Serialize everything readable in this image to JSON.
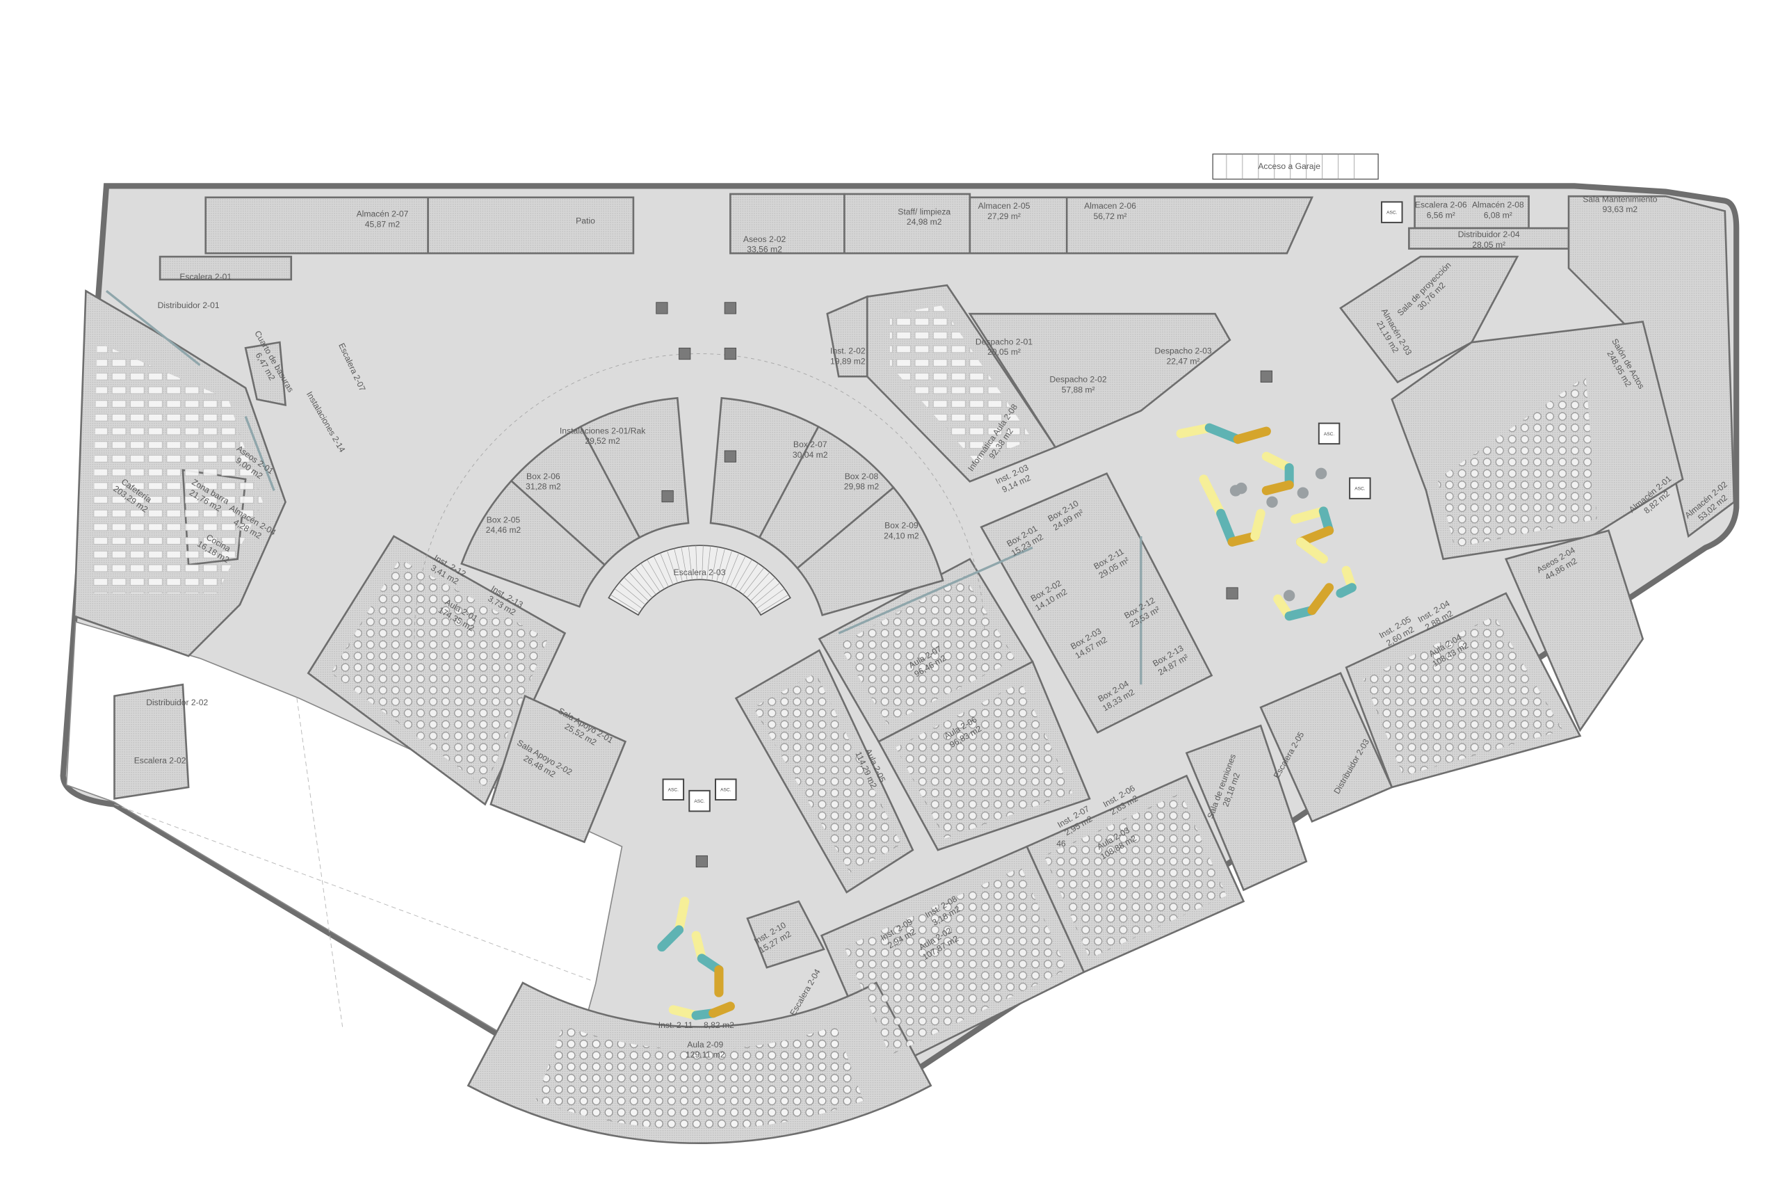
{
  "plan": {
    "title": "Planta 2 - floor plan",
    "colors": {
      "corridor": "#dcdcdc",
      "room": "#cfcfcf",
      "wall": "#6e6e6e",
      "glass": "#8fa6ab",
      "open_area": "#ffffff",
      "seat_yellow": "#f6ef98",
      "seat_teal": "#5fb3b3",
      "seat_mustard": "#d5a52c"
    },
    "elevator_label": "ASC.",
    "misc_text": [
      "46"
    ],
    "rooms": [
      {
        "name": "Almacén 2-07",
        "area": "45,87 m2"
      },
      {
        "name": "Patio",
        "area": ""
      },
      {
        "name": "Aseos 2-02",
        "area": "33,56 m2"
      },
      {
        "name": "Staff/ limpieza",
        "area": "24,98 m2"
      },
      {
        "name": "Almacen 2-05",
        "area": "27,29 m²"
      },
      {
        "name": "Almacen 2-06",
        "area": "56,72 m²"
      },
      {
        "name": "Escalera 2-06",
        "area": "6,56 m²"
      },
      {
        "name": "Almacén 2-08",
        "area": "6,08 m²"
      },
      {
        "name": "Distribuidor 2-04",
        "area": "28,05 m²"
      },
      {
        "name": "Sala Mantenimiento",
        "area": "93,63 m2"
      },
      {
        "name": "Escalera 2-01",
        "area": ""
      },
      {
        "name": "Distribuidor 2-01",
        "area": ""
      },
      {
        "name": "Cuarto de basuras",
        "area": "6,47 m2"
      },
      {
        "name": "Escalera 2-07",
        "area": ""
      },
      {
        "name": "Instalaciones 2-14",
        "area": ""
      },
      {
        "name": "Aseos 2-01",
        "area": "9,00 m2"
      },
      {
        "name": "Cafetería",
        "area": "203,29 m2"
      },
      {
        "name": "Zona barra",
        "area": "21,76 m2"
      },
      {
        "name": "Almacén 2-04",
        "area": "4,28 m2"
      },
      {
        "name": "Cocina",
        "area": "16,18 m2"
      },
      {
        "name": "Distribuidor 2-02",
        "area": ""
      },
      {
        "name": "Escalera 2-02",
        "area": ""
      },
      {
        "name": "Instalaciones 2-01/Rak",
        "area": "29,52 m2"
      },
      {
        "name": "Box 2-06",
        "area": "31,28 m2"
      },
      {
        "name": "Box 2-05",
        "area": "24,46 m2"
      },
      {
        "name": "Box 2-07",
        "area": "30,04 m2"
      },
      {
        "name": "Box 2-08",
        "area": "29,98 m2"
      },
      {
        "name": "Box 2-09",
        "area": "24,10 m2"
      },
      {
        "name": "Escalera 2-03",
        "area": ""
      },
      {
        "name": "Inst. 2-02",
        "area": "19,89 m2"
      },
      {
        "name": "Despacho 2-01",
        "area": "20,05 m²"
      },
      {
        "name": "Despacho 2-02",
        "area": "57,88 m²"
      },
      {
        "name": "Despacho 2-03",
        "area": "22,47 m²"
      },
      {
        "name": "Informática Aula 2-08",
        "area": "92,38 m2"
      },
      {
        "name": "Inst. 2-03",
        "area": "9,14 m2"
      },
      {
        "name": "Box 2-01",
        "area": "15,23 m2"
      },
      {
        "name": "Box 2-10",
        "area": "24,99 m²"
      },
      {
        "name": "Box 2-11",
        "area": "29,05 m²"
      },
      {
        "name": "Box 2-02",
        "area": "14,10 m2"
      },
      {
        "name": "Box 2-12",
        "area": "23,53 m²"
      },
      {
        "name": "Box 2-03",
        "area": "14,67 m2"
      },
      {
        "name": "Box 2-13",
        "area": "24,87 m²"
      },
      {
        "name": "Box 2-04",
        "area": "18,33 m2"
      },
      {
        "name": "Inst. 2-12",
        "area": "3,41 m2"
      },
      {
        "name": "Inst. 2-13",
        "area": "3,73 m2"
      },
      {
        "name": "Aula 2-01",
        "area": "174,35 m2"
      },
      {
        "name": "Sala Apoyo 2-01",
        "area": "25,52 m2"
      },
      {
        "name": "Sala Apoyo 2-02",
        "area": "26,48 m2"
      },
      {
        "name": "Aula 2-07",
        "area": "96,46 m2"
      },
      {
        "name": "Aula 2-06",
        "area": "96,83 m2"
      },
      {
        "name": "Aula 2-05",
        "area": "114,29 m2"
      },
      {
        "name": "Inst. 2-05",
        "area": "2,60 m2"
      },
      {
        "name": "Inst. 2-04",
        "area": "2,88 m2"
      },
      {
        "name": "Aula 2-04",
        "area": "108,43 m2"
      },
      {
        "name": "Aseos 2-04",
        "area": "44,86 m2"
      },
      {
        "name": "Salón de Actos",
        "area": "248,95 m2"
      },
      {
        "name": "Sala de proyección",
        "area": "30,76 m2"
      },
      {
        "name": "Almacén 2-03",
        "area": "21,19 m2"
      },
      {
        "name": "Almacén 2-01",
        "area": "8,82 m2"
      },
      {
        "name": "Almacén 2-02",
        "area": "53,02 m2"
      },
      {
        "name": "Sala de reuniones",
        "area": "28,18 m2"
      },
      {
        "name": "Escalera 2-05",
        "area": ""
      },
      {
        "name": "Distribuidor 2-03",
        "area": ""
      },
      {
        "name": "Inst. 2-07",
        "area": "2,95 m2"
      },
      {
        "name": "Inst. 2-06",
        "area": "2,63 m2"
      },
      {
        "name": "Aula 2-03",
        "area": "108,88 m2"
      },
      {
        "name": "Inst. 2-10",
        "area": "15,27 m2"
      },
      {
        "name": "Inst. 2-09",
        "area": "2,94 m2"
      },
      {
        "name": "Inst. 2-08",
        "area": "3,18 m2"
      },
      {
        "name": "Aula 2-02",
        "area": "107,87 m2"
      },
      {
        "name": "Escalera 2-04",
        "area": ""
      },
      {
        "name": "Inst. 2-11",
        "area": "8,82 m2"
      },
      {
        "name": "Aula 2-09",
        "area": "129,11 m2"
      },
      {
        "name": "Acceso a Garaje",
        "area": ""
      }
    ]
  }
}
